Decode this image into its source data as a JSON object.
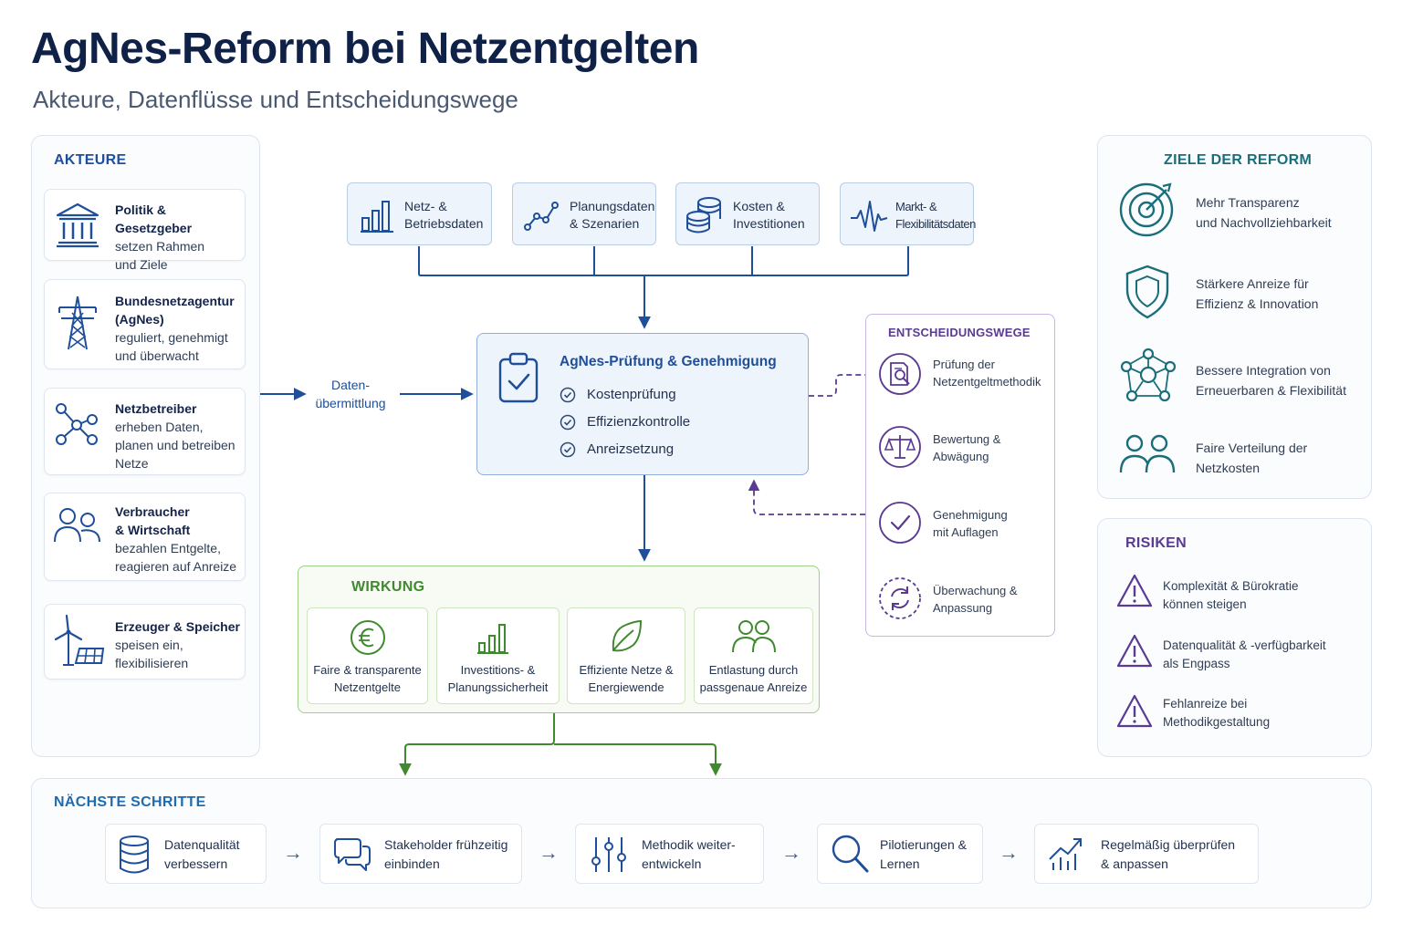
{
  "title": "AgNes-Reform bei Netzentgelten",
  "subtitle": "Akteure, Datenflüsse und Entscheidungswege",
  "colors": {
    "navy": "#0f2147",
    "blue": "#1f4e9a",
    "teal": "#1a6e7a",
    "purple": "#5a3a92",
    "green": "#3f8a2e"
  },
  "akteure": {
    "title": "AKTEURE",
    "items": [
      {
        "icon": "government-building-icon",
        "name": "Politik & Gesetzgeber",
        "desc": [
          "setzen Rahmen",
          "und Ziele"
        ]
      },
      {
        "icon": "power-pylon-icon",
        "name": "Bundesnetzagentur",
        "name2": "(AgNes)",
        "desc": [
          "reguliert, genehmigt",
          "und überwacht"
        ]
      },
      {
        "icon": "network-nodes-icon",
        "name": "Netzbetreiber",
        "desc": [
          "erheben Daten,",
          "planen und betreiben",
          "Netze"
        ]
      },
      {
        "icon": "people-icon",
        "name": "Verbraucher",
        "name2": "& Wirtschaft",
        "desc": [
          "bezahlen Entgelte,",
          "reagieren auf Anreize"
        ]
      },
      {
        "icon": "wind-solar-icon",
        "name": "Erzeuger & Speicher",
        "desc": [
          "speisen ein,",
          "flexibilisieren"
        ]
      }
    ]
  },
  "datenfluesse": {
    "title": "DATENFLÜSSE",
    "items": [
      {
        "icon": "bar-chart-icon",
        "line1": "Netz- &",
        "line2": "Betriebsdaten"
      },
      {
        "icon": "trend-line-icon",
        "line1": "Planungsdaten",
        "line2": "& Szenarien"
      },
      {
        "icon": "coins-icon",
        "line1": "Kosten &",
        "line2": "Investitionen"
      },
      {
        "icon": "pulse-wave-icon",
        "line1": "Markt- &",
        "line2": "Flexibilitätsdaten"
      }
    ],
    "transfer_label": [
      "Daten-",
      "übermittlung"
    ]
  },
  "pruefung": {
    "title": "AgNes-Prüfung & Genehmigung",
    "checks": [
      "Kostenprüfung",
      "Effizienzkontrolle",
      "Anreizsetzung"
    ]
  },
  "entscheidungswege": {
    "title": "ENTSCHEIDUNGSWEGE",
    "steps": [
      {
        "icon": "document-search-icon",
        "line1": "Prüfung der",
        "line2": "Netzentgeltmethodik"
      },
      {
        "icon": "scales-icon",
        "line1": "Bewertung &",
        "line2": "Abwägung"
      },
      {
        "icon": "check-circle-icon",
        "line1": "Genehmigung",
        "line2": "mit Auflagen"
      },
      {
        "icon": "refresh-cycle-icon",
        "line1": "Überwachung &",
        "line2": "Anpassung"
      }
    ]
  },
  "wirkung": {
    "title": "WIRKUNG",
    "items": [
      {
        "icon": "euro-coin-icon",
        "line1": "Faire & transparente",
        "line2": "Netzentgelte"
      },
      {
        "icon": "growth-bars-icon",
        "line1": "Investitions- &",
        "line2": "Planungssicherheit"
      },
      {
        "icon": "leaf-icon",
        "line1": "Effiziente Netze &",
        "line2": "Energiewende"
      },
      {
        "icon": "group-icon",
        "line1": "Entlastung durch",
        "line2": "passgenaue Anreize"
      }
    ]
  },
  "ziele": {
    "title": "ZIELE DER REFORM",
    "items": [
      {
        "icon": "target-icon",
        "line1": "Mehr Transparenz",
        "line2": "und Nachvollziehbarkeit"
      },
      {
        "icon": "shield-icon",
        "line1": "Stärkere Anreize für",
        "line2": "Effizienz & Innovation"
      },
      {
        "icon": "hub-network-icon",
        "line1": "Bessere Integration von",
        "line2": "Erneuerbaren & Flexibilität"
      },
      {
        "icon": "people-pair-icon",
        "line1": "Faire Verteilung der",
        "line2": "Netzkosten"
      }
    ]
  },
  "risiken": {
    "title": "RISIKEN",
    "items": [
      {
        "icon": "warning-icon",
        "line1": "Komplexität & Bürokratie",
        "line2": "können steigen"
      },
      {
        "icon": "warning-icon",
        "line1": "Datenqualität & -verfügbarkeit",
        "line2": "als Engpass"
      },
      {
        "icon": "warning-icon",
        "line1": "Fehlanreize bei",
        "line2": "Methodikgestaltung"
      }
    ]
  },
  "schritte": {
    "title": "NÄCHSTE SCHRITTE",
    "items": [
      {
        "icon": "database-icon",
        "line1": "Datenqualität",
        "line2": "verbessern"
      },
      {
        "icon": "chat-bubbles-icon",
        "line1": "Stakeholder frühzeitig",
        "line2": "einbinden"
      },
      {
        "icon": "sliders-icon",
        "line1": "Methodik weiter-",
        "line2": "entwickeln"
      },
      {
        "icon": "magnifier-icon",
        "line1": "Pilotierungen &",
        "line2": "Lernen"
      },
      {
        "icon": "trend-up-icon",
        "line1": "Regelmäßig überprüfen",
        "line2": "& anpassen"
      }
    ],
    "arrow": "→"
  }
}
